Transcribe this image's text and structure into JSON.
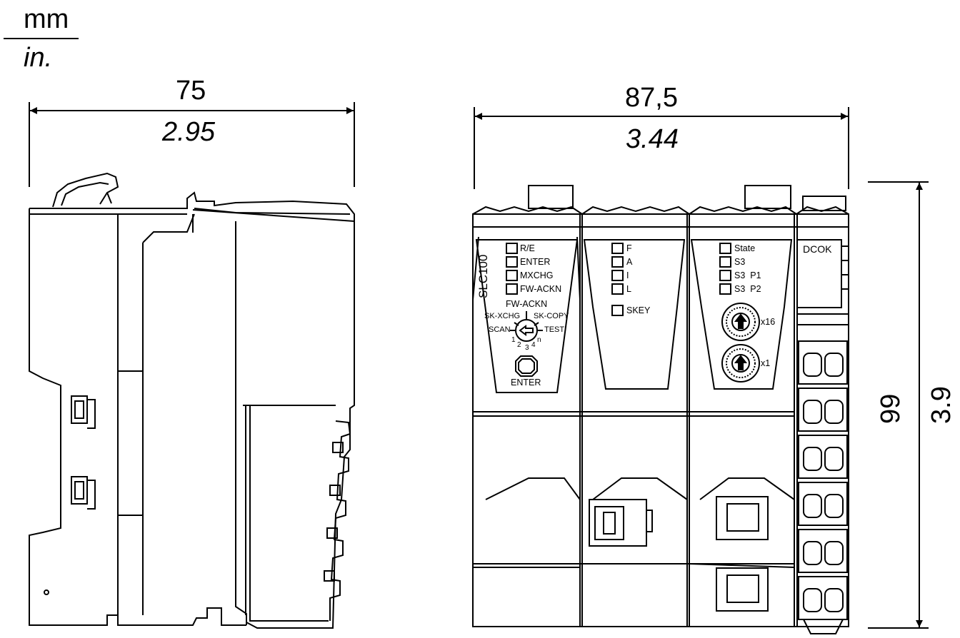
{
  "units": {
    "top": "mm",
    "bottom": "in."
  },
  "side_view": {
    "width_mm": "75",
    "width_in": "2.95"
  },
  "front_view": {
    "width_mm": "87,5",
    "width_in": "3.44",
    "height_mm": "99",
    "height_in": "3.9",
    "module1": {
      "name": "SLC100",
      "leds": [
        "R/E",
        "ENTER",
        "MXCHG",
        "FW-ACKN"
      ],
      "switch_title": "FW-ACKN",
      "switch_left_top": "SK-XCHG",
      "switch_right_top": "SK-COPY",
      "switch_left": "SCAN",
      "switch_right": "TEST",
      "switch_pos_1": "1",
      "switch_pos_2": "2",
      "switch_pos_3": "3",
      "switch_pos_4": "4",
      "switch_pos_n": "n",
      "button_label": "ENTER"
    },
    "module2": {
      "leds": [
        "F",
        "A",
        "I",
        "L"
      ],
      "key_led": "SKEY"
    },
    "module3": {
      "leds": [
        "State",
        "S3",
        "S3  P1",
        "S3  P2"
      ],
      "dial_upper": "x16",
      "dial_lower": "x1"
    },
    "module4": {
      "label": "DCOK"
    }
  }
}
